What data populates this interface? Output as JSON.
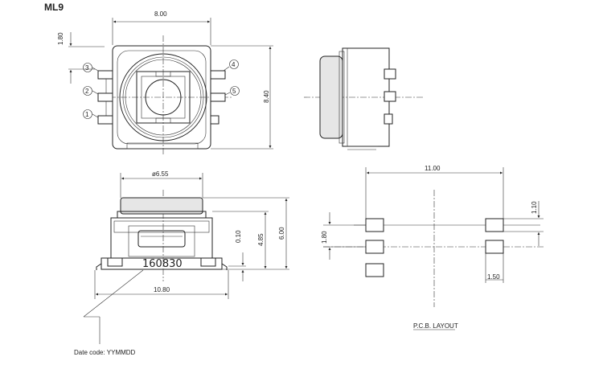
{
  "model": "ML9",
  "top_view": {
    "width_dim": "8.00",
    "height_dim": "8.40",
    "offset_dim": "1.80",
    "pins": [
      "1",
      "2",
      "3",
      "4",
      "5"
    ]
  },
  "front_view": {
    "actuator_dim": "ø6.55",
    "width_dim": "10.80",
    "gap_dim": "0.10",
    "body_height_dim": "4.85",
    "total_height_dim": "6.00",
    "date_marking": "160830",
    "date_note": "Date code: YYMMDD"
  },
  "pcb_layout": {
    "width_dim": "11.00",
    "pad_height_dim": "1.10",
    "pitch_dim": "1.80",
    "pad_width_dim": "1.50",
    "caption": "P.C.B. LAYOUT"
  }
}
